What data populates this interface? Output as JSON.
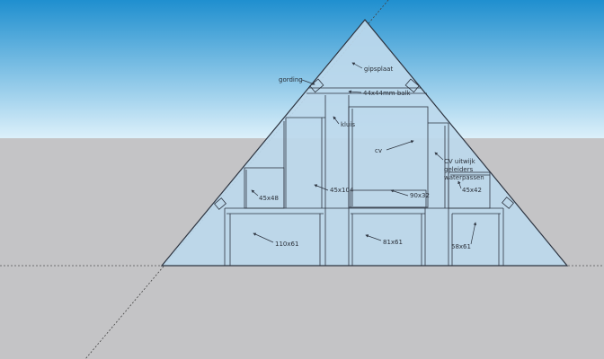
{
  "colors": {
    "sky_top": "#1f8fcf",
    "sky_bottom": "#d9eef8",
    "ground": "#c4c4c6",
    "glass": "#bcd8ec",
    "line": "#2d3440"
  },
  "labels": {
    "gipsplaat": "gipsplaat",
    "gording": "gording",
    "balk": "44x44mm balk",
    "kluis": "kluis",
    "cv": "cv",
    "cv_uitwijk": "CV uitwijk",
    "geleiders": "geleiders",
    "waterpassen": "waterpassen",
    "d45x48": "45x48",
    "d45x104": "45x104",
    "d90x32": "90x32",
    "d45x42": "45x42",
    "d110x61": "110x61",
    "d81x61": "81x61",
    "d58x61": "58x61"
  }
}
